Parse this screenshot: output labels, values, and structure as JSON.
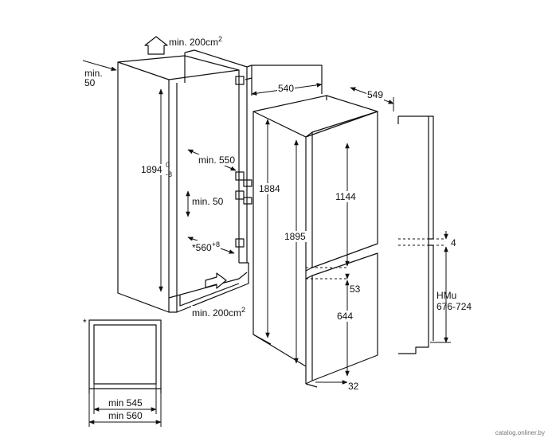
{
  "labels": {
    "vent_top": "min. 200cm",
    "vent_top_sup": "2",
    "vent_bottom": "min. 200cm",
    "vent_bottom_sup": "2",
    "gap_side": "min.",
    "gap_side_value": "50",
    "niche_height": "1894",
    "niche_height_tol_up": "0",
    "niche_height_tol_down": "-8",
    "depth_550": "min. 550",
    "gap_50": "min. 50",
    "niche_width": "*560",
    "niche_width_tol": "+8",
    "door_width": "540",
    "unit_depth": "549",
    "unit_height_inner": "1884",
    "unit_height": "1895",
    "upper_door": "1144",
    "door_gap": "53",
    "lower_door": "644",
    "foot_gap": "32",
    "gap_4": "4",
    "hmu_label": "HMu",
    "hmu_range": "676-724",
    "plan_asterisk": "*",
    "plan_min545": "min 545",
    "plan_min560": "min 560",
    "watermark": "catalog.onliner.by"
  }
}
